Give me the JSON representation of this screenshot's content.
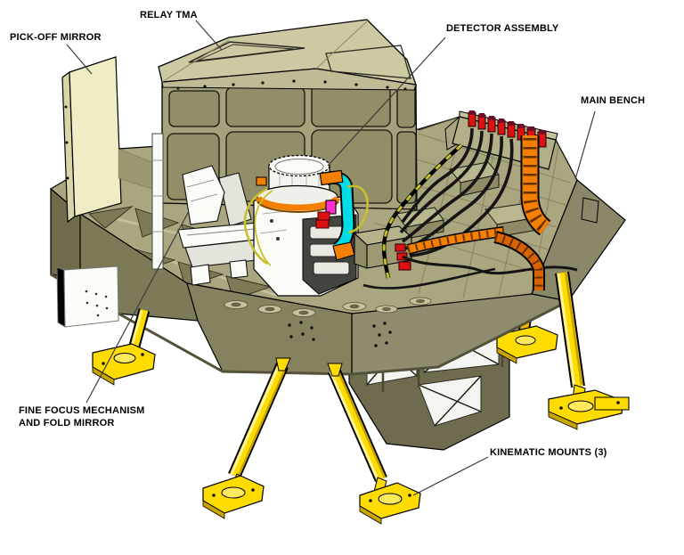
{
  "figure": {
    "type": "engineering-isometric-diagram",
    "description": "CAD illustration of an optical instrument assembly on a kinematically mounted bench",
    "background": "#ffffff"
  },
  "labels": {
    "pick_off_mirror": "PICK-OFF MIRROR",
    "relay_tma": "RELAY TMA",
    "detector_assembly": "DETECTOR ASSEMBLY",
    "main_bench": "MAIN BENCH",
    "fine_focus": "FINE FOCUS MECHANISM\nAND FOLD MIRROR",
    "kinematic_mounts": "KINEMATIC MOUNTS (3)"
  },
  "colors": {
    "benchTop": "#aaa67f",
    "benchTopLight": "#c4c09a",
    "benchWallFront": "#908d6e",
    "benchWallLeft": "#7d7a57",
    "benchWallRight": "#8b8869",
    "benchDark": "#5f5c42",
    "pocket": "#7d7a56",
    "roof": "#cdc9a2",
    "hwall": "#a5a17a",
    "hpanel": "#928e67",
    "mirror": "#efedc3",
    "mirrorSide": "#d8d5a6",
    "mirrorTop": "#f6f5d8",
    "partWhite": "#fbfbf8",
    "partShade": "#e4e4dc",
    "legYellow": "#ffdc00",
    "legHi": "#fff4a0",
    "legDark": "#c9a400",
    "orange": "#f57f00",
    "orangeDark": "#d96300",
    "red": "#dd1111",
    "redDark": "#6f0c28",
    "cyan": "#00dde6",
    "magenta": "#ff2fd0",
    "cable": "#151515",
    "wireYellow": "#c8c02a",
    "truss": "#6e6b4f",
    "trussPanel": "#f4f4f1",
    "leader": "#3c3c3c"
  }
}
